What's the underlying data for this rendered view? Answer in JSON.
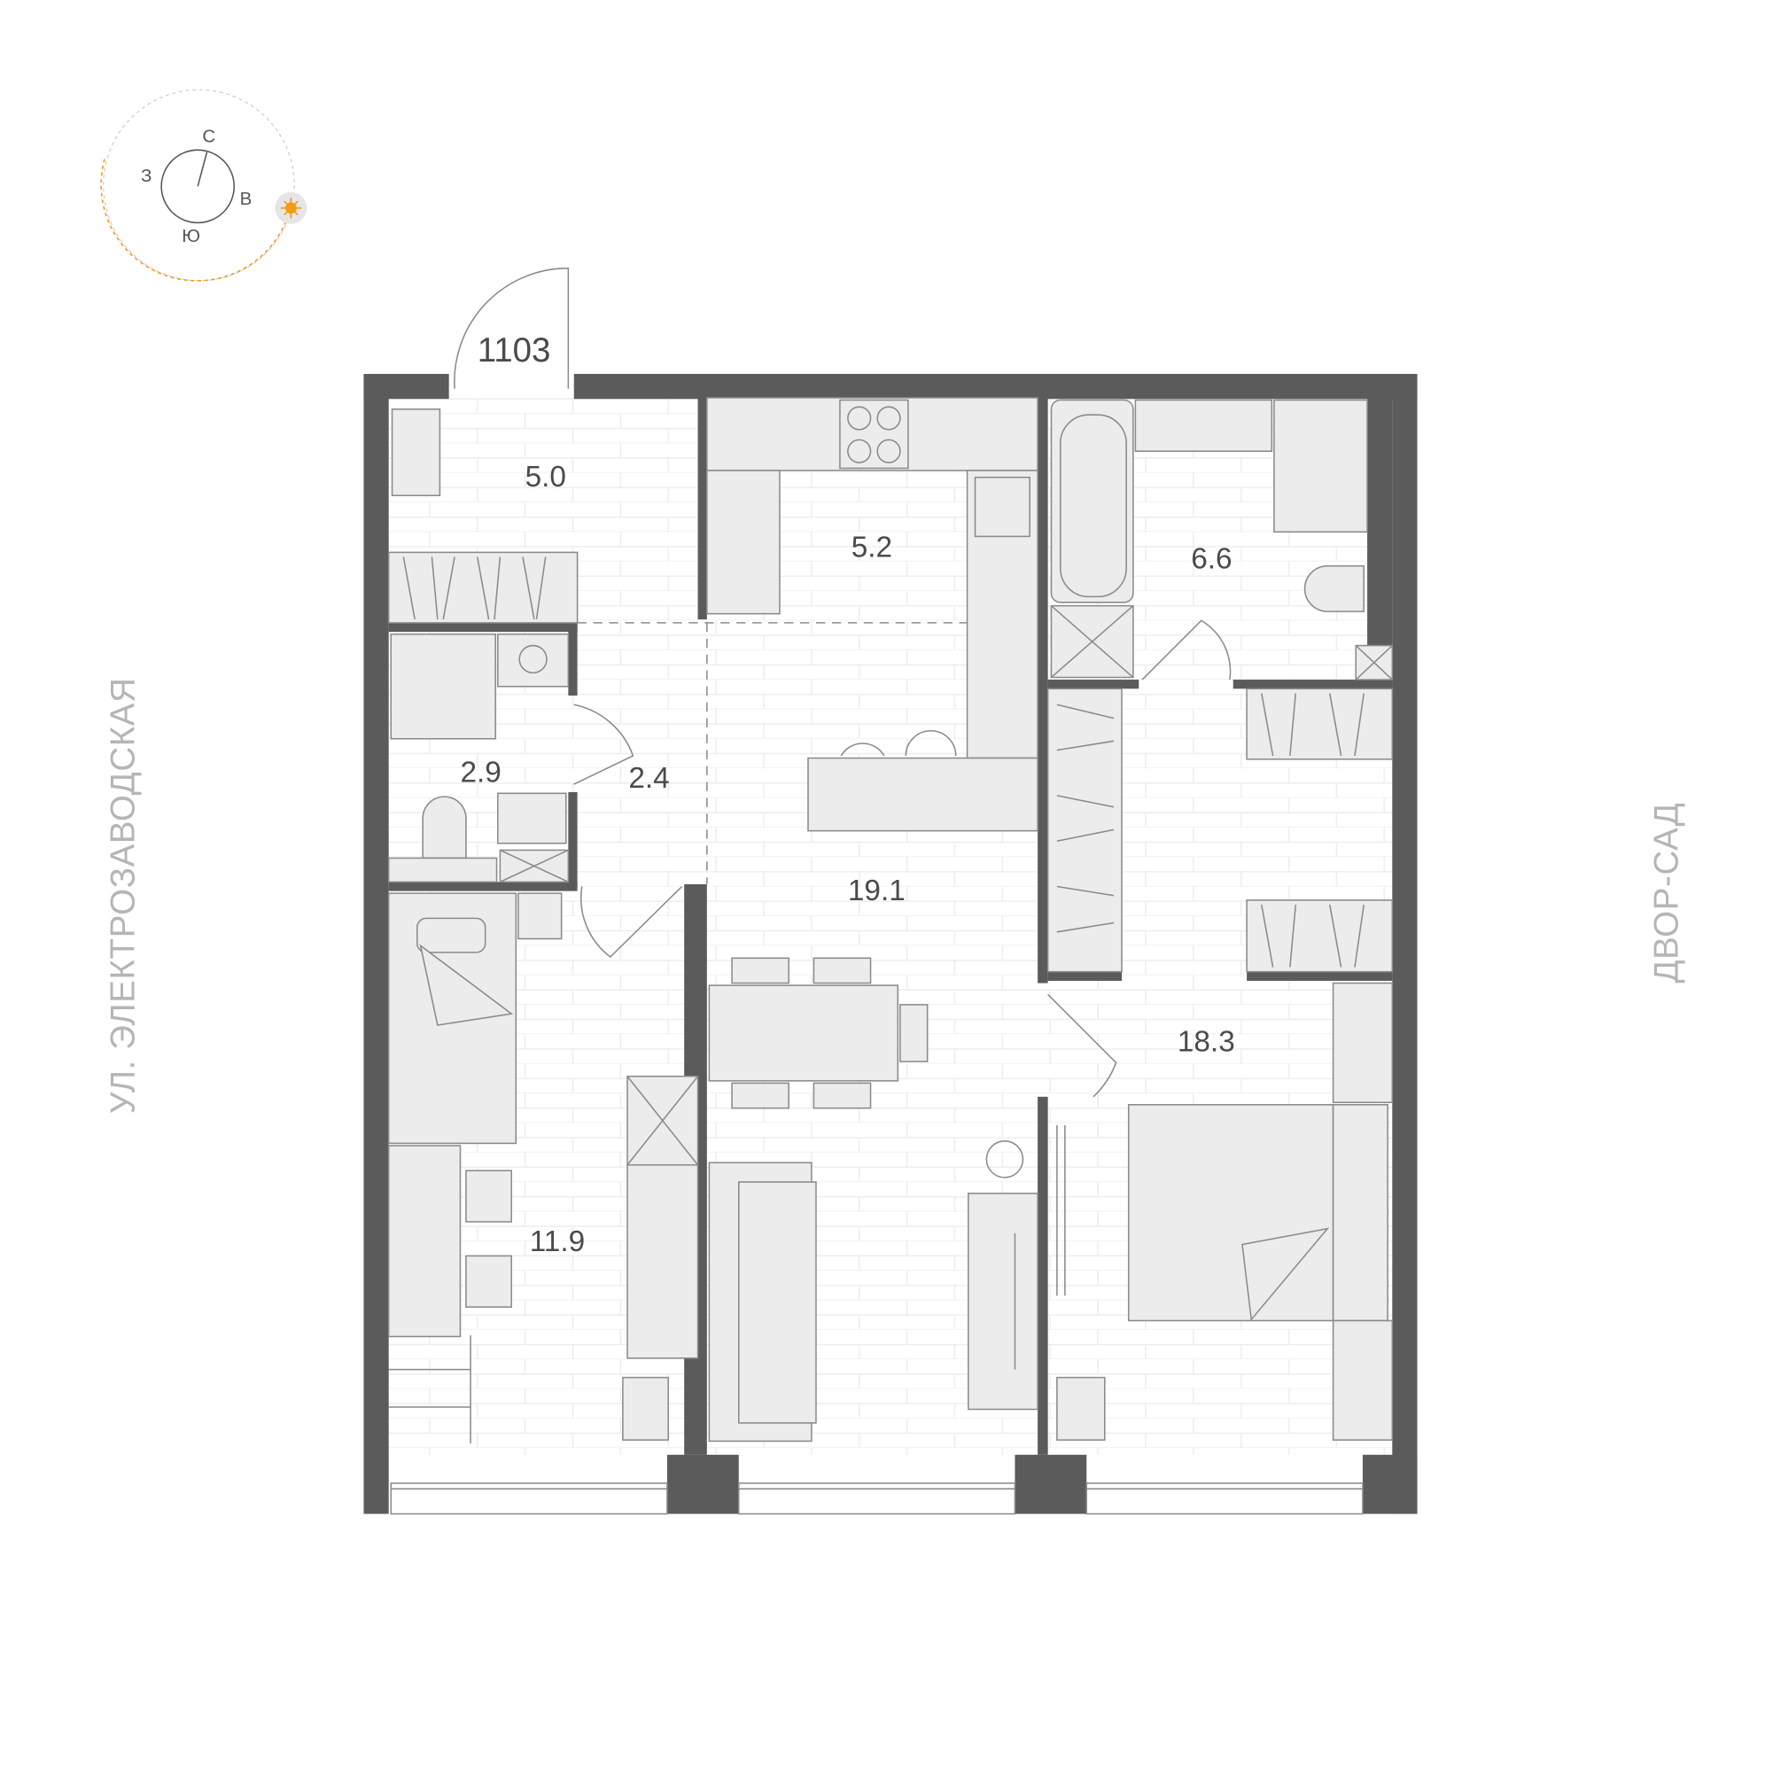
{
  "apartment": {
    "number": "1103"
  },
  "compass": {
    "north": "С",
    "west": "З",
    "east": "В",
    "south": "Ю",
    "sun_color": "#f39c12",
    "icon": "sun-icon"
  },
  "streets": {
    "left": "УЛ. ЭЛЕКТРОЗАВОДСКАЯ",
    "right": "ДВОР-САД"
  },
  "rooms": [
    {
      "id": "hall",
      "area": "5.0"
    },
    {
      "id": "kitchen",
      "area": "5.2"
    },
    {
      "id": "bathroom-main",
      "area": "6.6"
    },
    {
      "id": "bathroom-small",
      "area": "2.9"
    },
    {
      "id": "corridor",
      "area": "2.4"
    },
    {
      "id": "living-room",
      "area": "19.1"
    },
    {
      "id": "bedroom-master",
      "area": "18.3"
    },
    {
      "id": "bedroom-kids",
      "area": "11.9"
    }
  ],
  "colors": {
    "wall": "#5b5b5b",
    "furniture": "#ececec",
    "accent": "#f39c12"
  }
}
